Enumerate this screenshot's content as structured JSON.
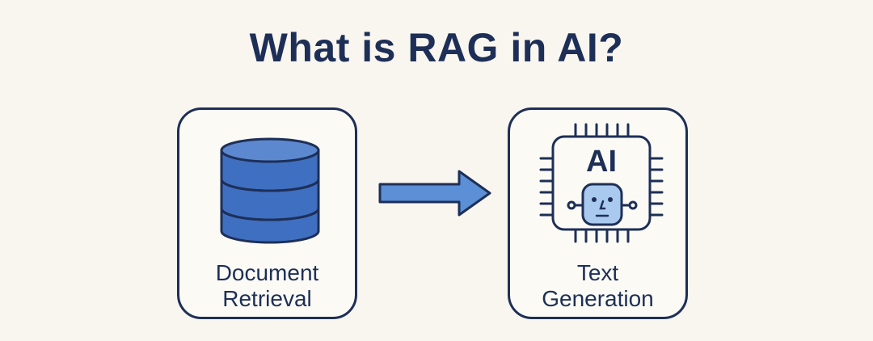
{
  "title": "What is RAG in AI?",
  "left_box": {
    "icon": "database-icon",
    "label_line1": "Document",
    "label_line2": "Retrieval"
  },
  "right_box": {
    "icon": "ai-chip-robot-icon",
    "chip_text": "AI",
    "label_line1": "Text",
    "label_line2": "Generation"
  },
  "arrow": {
    "icon": "arrow-right-icon"
  },
  "colors": {
    "background": "#f8f6ef",
    "ink": "#1e2f57",
    "database_fill": "#3f6fc0",
    "arrow_fill": "#5b8fd6",
    "face_fill": "#a9c9ee"
  }
}
